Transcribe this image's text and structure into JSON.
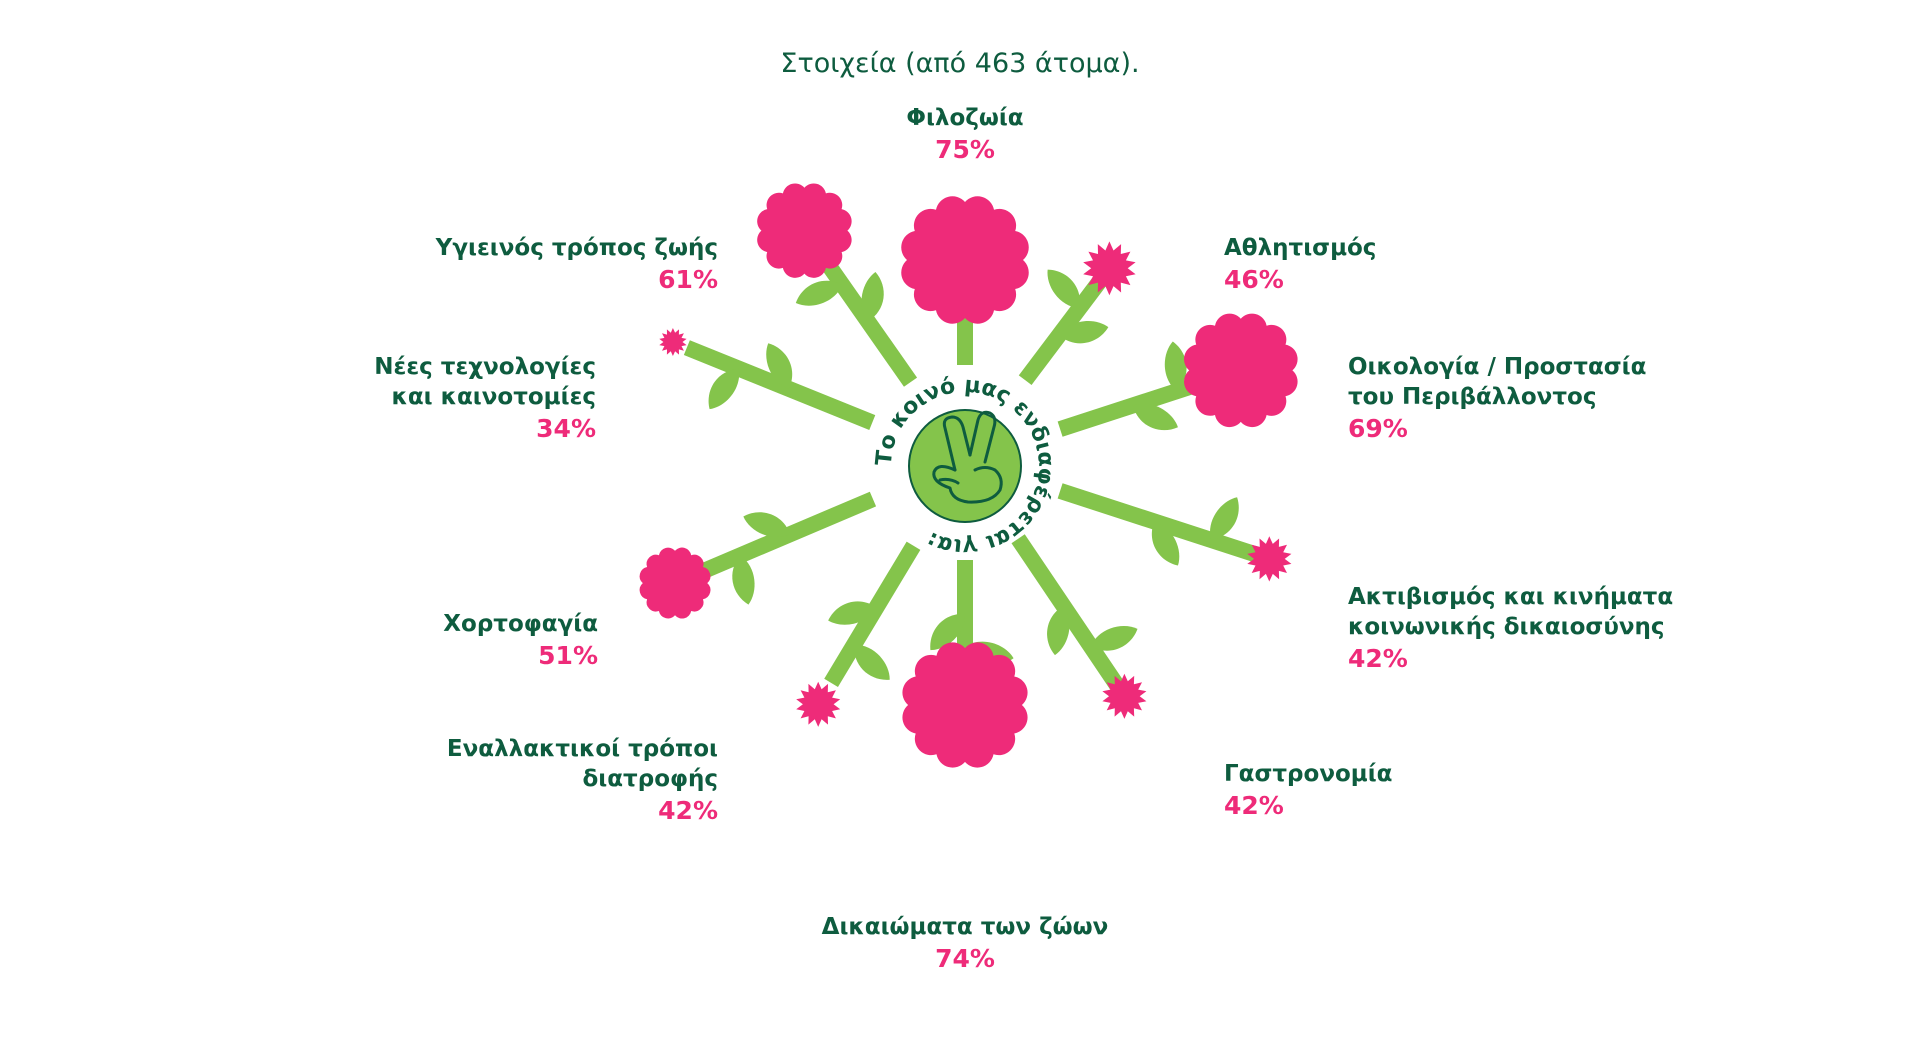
{
  "subtitle": "Στοιχεία (από 463 άτομα).",
  "center": {
    "circle_text": "Το κοινό μας ενδιαφέρεται για:",
    "icon": "peace-hand-icon"
  },
  "colors": {
    "text": "#0e5c3f",
    "percent": "#ee2b79",
    "flower": "#ee2b79",
    "stem": "#84c44b",
    "center": "#84c44b"
  },
  "chart_data": {
    "type": "radial-flower",
    "unit": "%",
    "categories": [
      "Φιλοζωία",
      "Αθλητισμός",
      "Οικολογία / Προστασία του Περιβάλλοντος",
      "Ακτιβισμός και κινήματα κοινωνικής δικαιοσύνης",
      "Γαστρονομία",
      "Δικαιώματα των ζώων",
      "Εναλλακτικοί τρόποι διατροφής",
      "Χορτοφαγία",
      "Νέες τεχνολογίες και καινοτομίες",
      "Υγιεινός τρόπος ζωής"
    ],
    "values": [
      75,
      46,
      69,
      42,
      42,
      74,
      42,
      51,
      34,
      61
    ],
    "labels": [
      {
        "category": "Φιλοζωία",
        "percent": "75%"
      },
      {
        "category": "Αθλητισμός",
        "percent": "46%"
      },
      {
        "category": "Οικολογία / Προστασία\nτου Περιβάλλοντος",
        "percent": "69%"
      },
      {
        "category": "Ακτιβισμός και κινήματα\nκοινωνικής δικαιοσύνης",
        "percent": "42%"
      },
      {
        "category": "Γαστρονομία",
        "percent": "42%"
      },
      {
        "category": "Δικαιώματα των ζώων",
        "percent": "74%"
      },
      {
        "category": "Εναλλακτικοί τρόποι\nδιατροφής",
        "percent": "42%"
      },
      {
        "category": "Χορτοφαγία",
        "percent": "51%"
      },
      {
        "category": "Νέες τεχνολογίες\nκαι καινοτομίες",
        "percent": "34%"
      },
      {
        "category": "Υγιεινός τρόπος ζωής",
        "percent": "61%"
      }
    ]
  }
}
